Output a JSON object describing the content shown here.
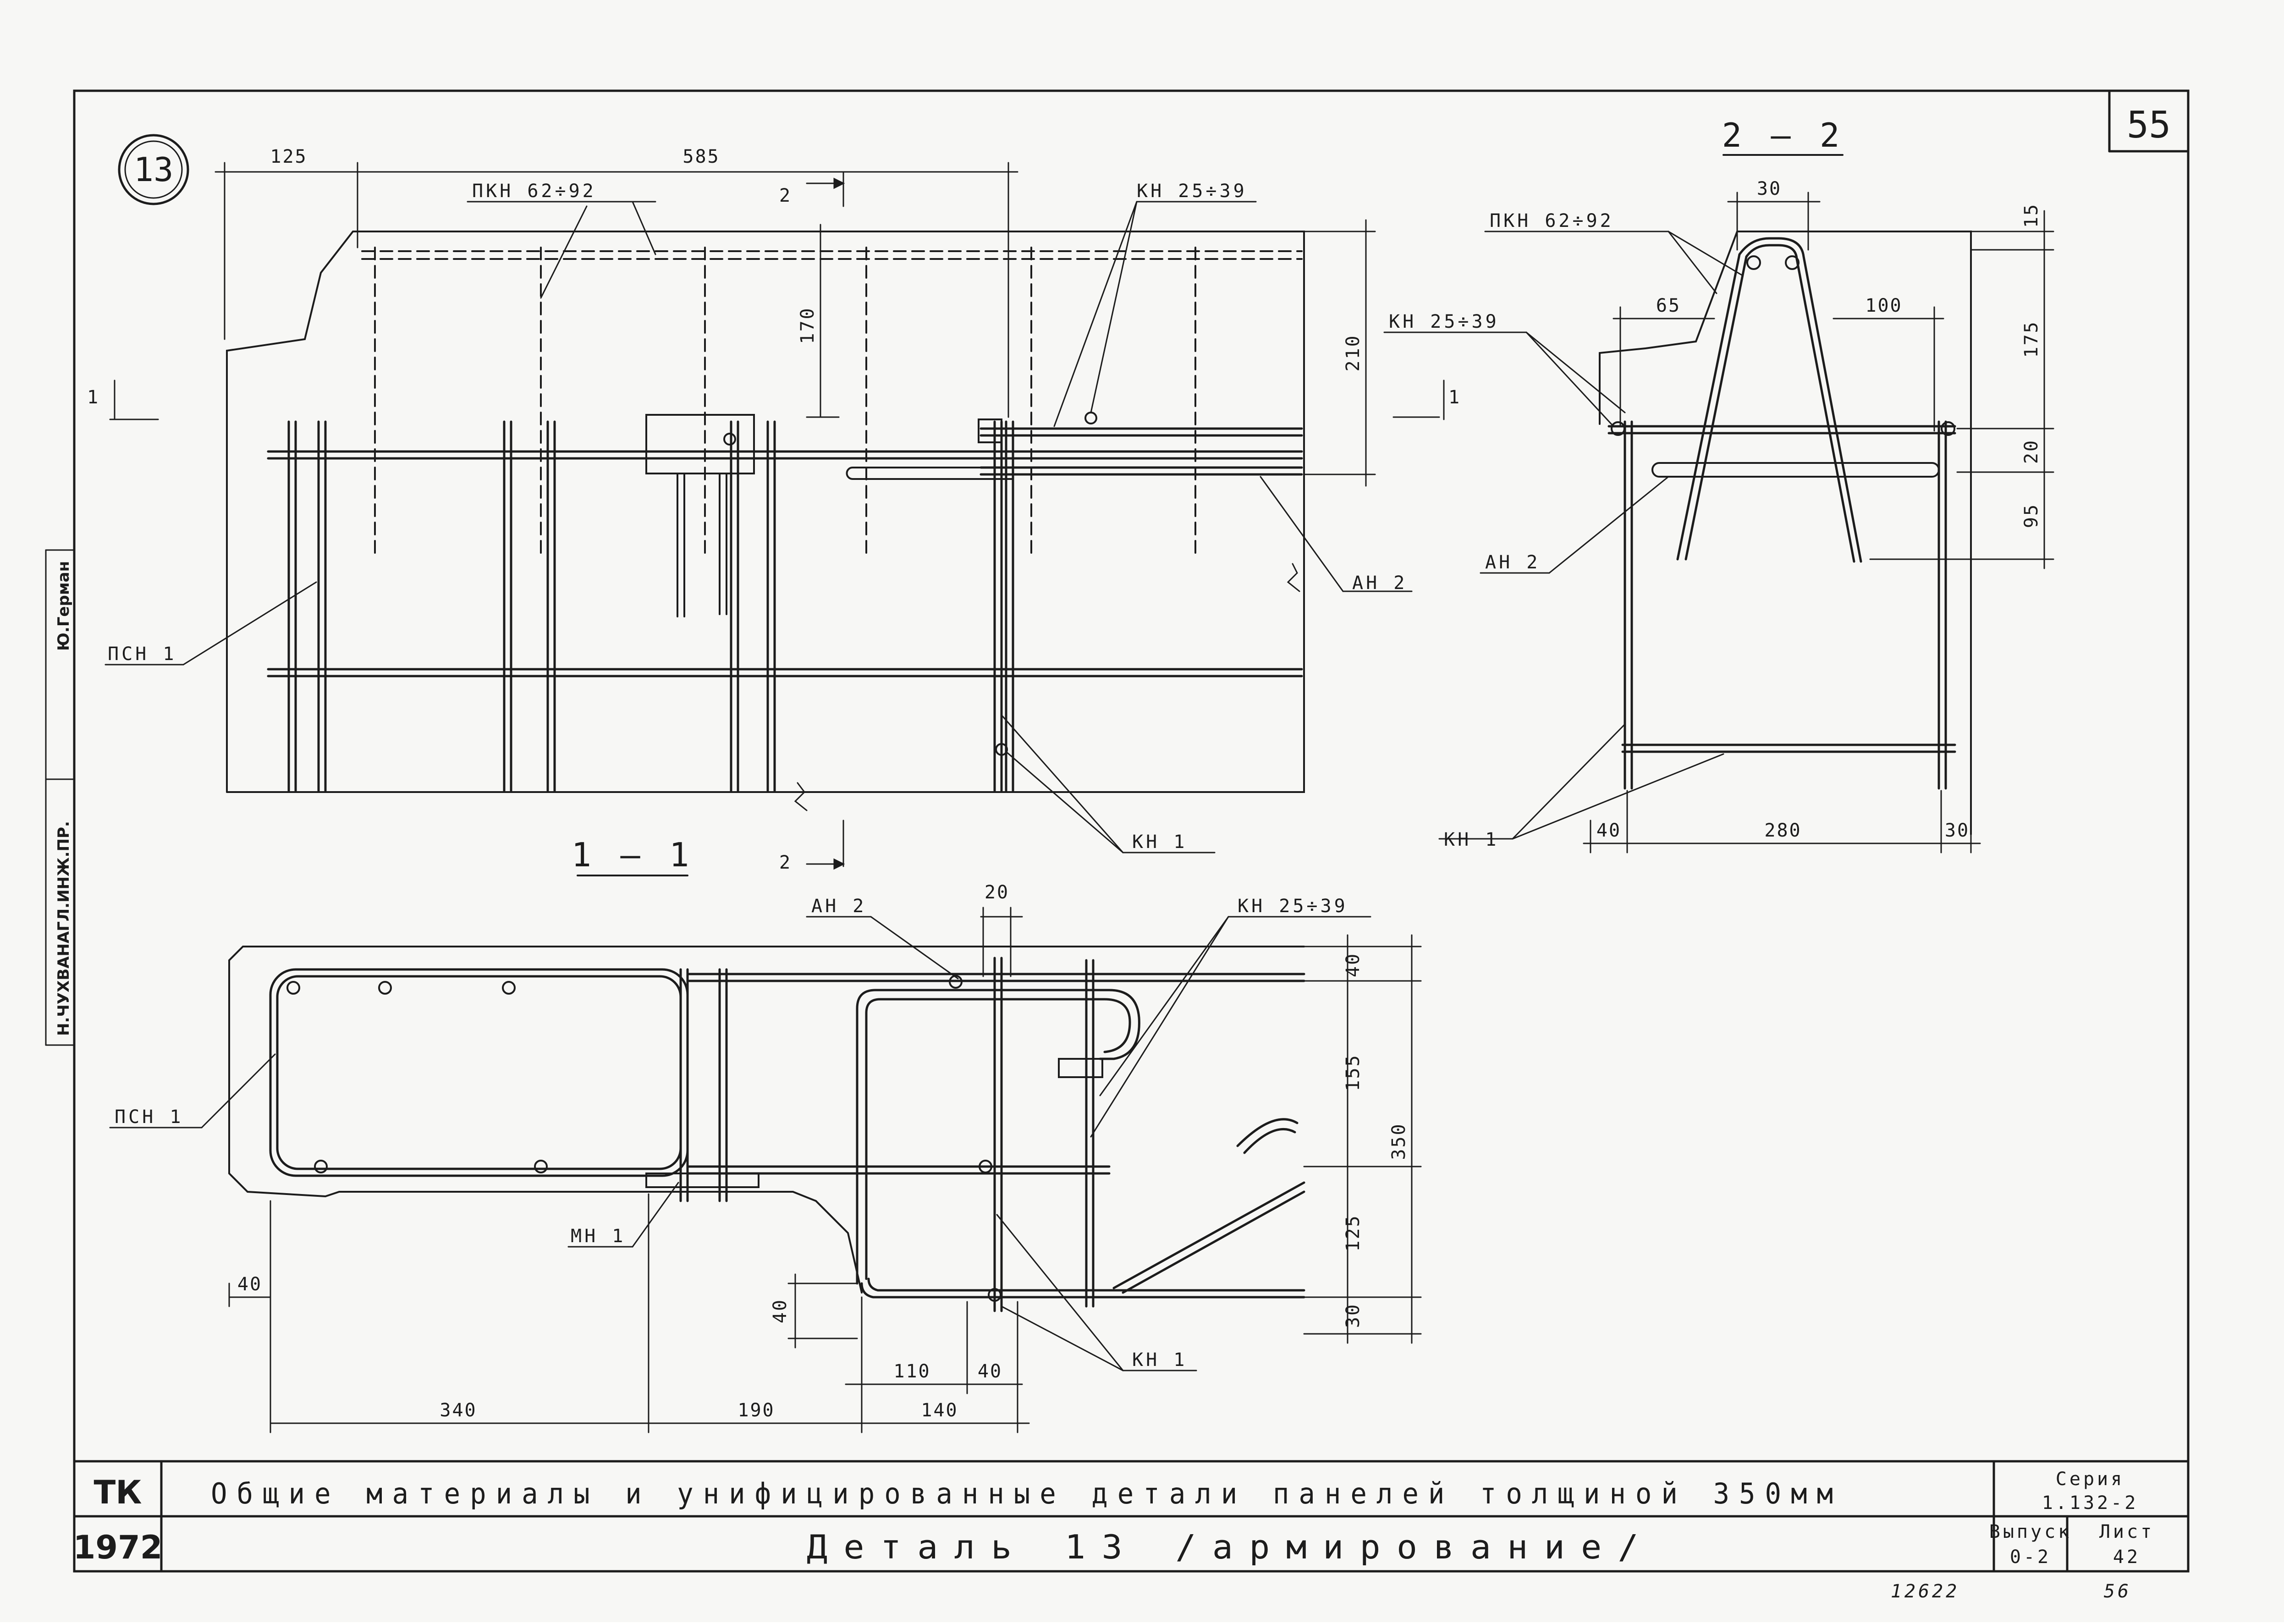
{
  "sheet": {
    "corner_number": "55",
    "detail_number": "13"
  },
  "sections": {
    "top_left": "1 — 1",
    "top_right": "2 — 2",
    "cut_2_top": "2",
    "cut_2_bottom": "2",
    "cut_1_left": "1",
    "cut_1_right": "1"
  },
  "labels": {
    "pkn_left": "ПКН 62÷92",
    "kn25_left": "КН 25÷39",
    "an2_left": "АН 2",
    "psn1_left": "ПСН 1",
    "kn1_left": "КН 1",
    "pkn_right": "ПКН 62÷92",
    "kn25_right": "КН 25÷39",
    "an2_right": "АН 2",
    "kn1_right": "КН 1",
    "an2_plan": "АН 2",
    "kn25_plan": "КН 25÷39",
    "psn1_plan": "ПСН 1",
    "mn1_plan": "МН 1",
    "kn1_plan": "КН 1"
  },
  "dimensions": {
    "d125": "125",
    "d585": "585",
    "d170": "170",
    "d210": "210",
    "r30": "30",
    "r15": "15",
    "r65": "65",
    "r100": "100",
    "r175": "175",
    "r20": "20",
    "r95": "95",
    "r40": "40",
    "r280": "280",
    "r30b": "30",
    "p20": "20",
    "p40a": "40",
    "p155": "155",
    "p350": "350",
    "p125": "125",
    "p30": "30",
    "p40b": "40",
    "p40c": "40",
    "p110": "110",
    "p40d": "40",
    "p340": "340",
    "p190": "190",
    "p140": "140"
  },
  "title_block": {
    "org_top": "ТК",
    "org_bottom": "1972",
    "title_line1": "Общие материалы и унифицированные детали панелей толщиной 350мм",
    "title_line2": "Деталь 13 /армирование/",
    "series_label": "Серия",
    "series_value": "1.132-2",
    "issue_label": "Выпуск",
    "issue_value": "0-2",
    "sheet_label": "Лист",
    "sheet_value": "42",
    "below_left": "12622",
    "below_right": "56"
  },
  "side_stamp": {
    "text1": "Н.ЧУХВАНАГЛ.ИНЖ.ПР.",
    "text2": "Ю.Герман"
  },
  "colors": {
    "ink": "#1c1c1c",
    "paper": "#f7f7f5"
  }
}
